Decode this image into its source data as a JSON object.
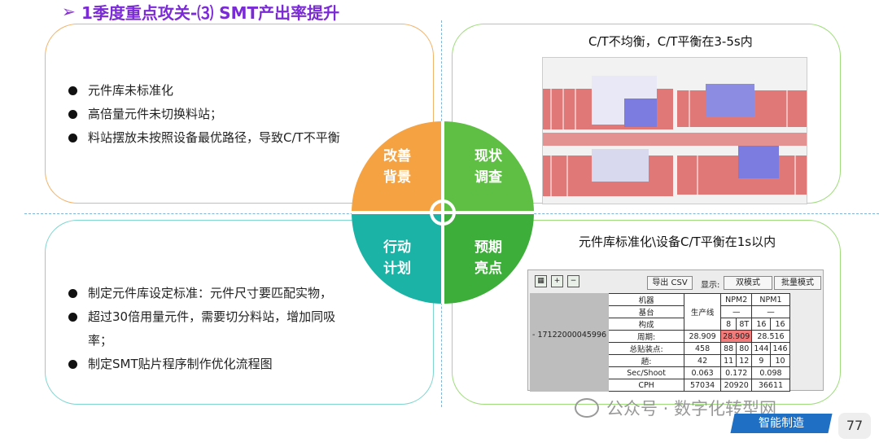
{
  "title": "1季度重点攻关-⑶ SMT产出率提升",
  "title_arrow": "➢",
  "background": {
    "bullets": [
      "元件库未标准化",
      "高倍量元件未切换料站；",
      "料站摆放未按照设备最优路径，导致C/T不平衡"
    ]
  },
  "action": {
    "bullets": [
      "制定元件库设定标准：元件尺寸要匹配实物，",
      "超过30倍用量元件，需要切分料站，增加同吸率；",
      "制定SMT贴片程序制作优化流程图"
    ]
  },
  "survey": {
    "caption": "C/T不均衡，C/T平衡在3-5s内"
  },
  "expect": {
    "caption": "元件库标准化\\设备C/T平衡在1s以内"
  },
  "center": {
    "p1": [
      "改善",
      "背景"
    ],
    "p2": [
      "现状",
      "调查"
    ],
    "p3": [
      "行动",
      "计划"
    ],
    "p4": [
      "预期",
      "亮点"
    ]
  },
  "table": {
    "export_btn": "导出 CSV",
    "display_label": "显示:",
    "dual_btn": "双模式",
    "batch_btn": "批量模式",
    "header": {
      "machine": "机器",
      "base": "基台",
      "config": "构成",
      "line": "生产线",
      "npm2": "NPM2",
      "npm1": "NPM1",
      "dash": "—",
      "c8": "8",
      "c8t": "8T",
      "c16a": "16",
      "c16b": "16"
    },
    "row_id": "- 17122000045996",
    "rows": [
      {
        "label": "周期:",
        "line": "28.909",
        "a": "28.909",
        "b": "",
        "c": "28.516",
        "d": ""
      },
      {
        "label": "总贴装点:",
        "line": "458",
        "a": "88",
        "b": "80",
        "c": "144",
        "d": "146"
      },
      {
        "label": "趟:",
        "line": "42",
        "a": "11",
        "b": "12",
        "c": "9",
        "d": "10"
      },
      {
        "label": "Sec/Shoot",
        "line": "0.063",
        "a": "0.172",
        "b": "",
        "c": "0.098",
        "d": ""
      },
      {
        "label": "CPH",
        "line": "57034",
        "a": "20920",
        "b": "",
        "c": "36611",
        "d": ""
      }
    ]
  },
  "watermark": "公众号 · 数字化转型网",
  "badge": "智能制造",
  "page_number": "77",
  "colors": {
    "orange": "#f5a242",
    "green": "#5fbf45",
    "teal": "#1bb3a6",
    "title": "#7a2bd6"
  }
}
